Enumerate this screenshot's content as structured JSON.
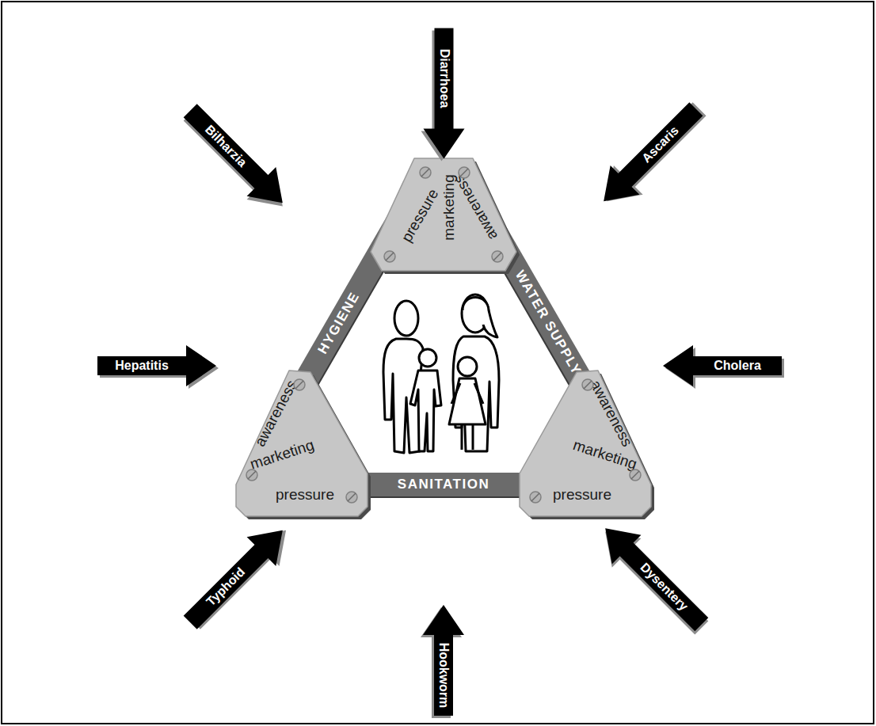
{
  "diagram": {
    "nodes": [
      {
        "text": [
          "Diarrhoea"
        ]
      },
      {
        "text": [
          "Bilharzia"
        ]
      },
      {
        "text": [
          "Ascaris"
        ]
      },
      {
        "text": [
          "awareness",
          "marketing",
          "pressure"
        ]
      },
      {
        "text": [
          "HYGIENE"
        ]
      },
      {
        "text": [
          "WATER SUPPLY"
        ]
      },
      {
        "text": [
          "Hepatitis"
        ]
      },
      {
        "text": [
          "Cholera"
        ]
      },
      {
        "text": [
          "awareness",
          "marketing",
          "pressure"
        ]
      },
      {
        "text": [
          "SANITATION"
        ]
      },
      {
        "text": [
          "awareness",
          "marketing",
          "pressure"
        ]
      },
      {
        "text": [
          "Typhoid"
        ]
      },
      {
        "text": [
          "Dysentery"
        ]
      },
      {
        "text": [
          "Hookworm"
        ]
      }
    ]
  }
}
